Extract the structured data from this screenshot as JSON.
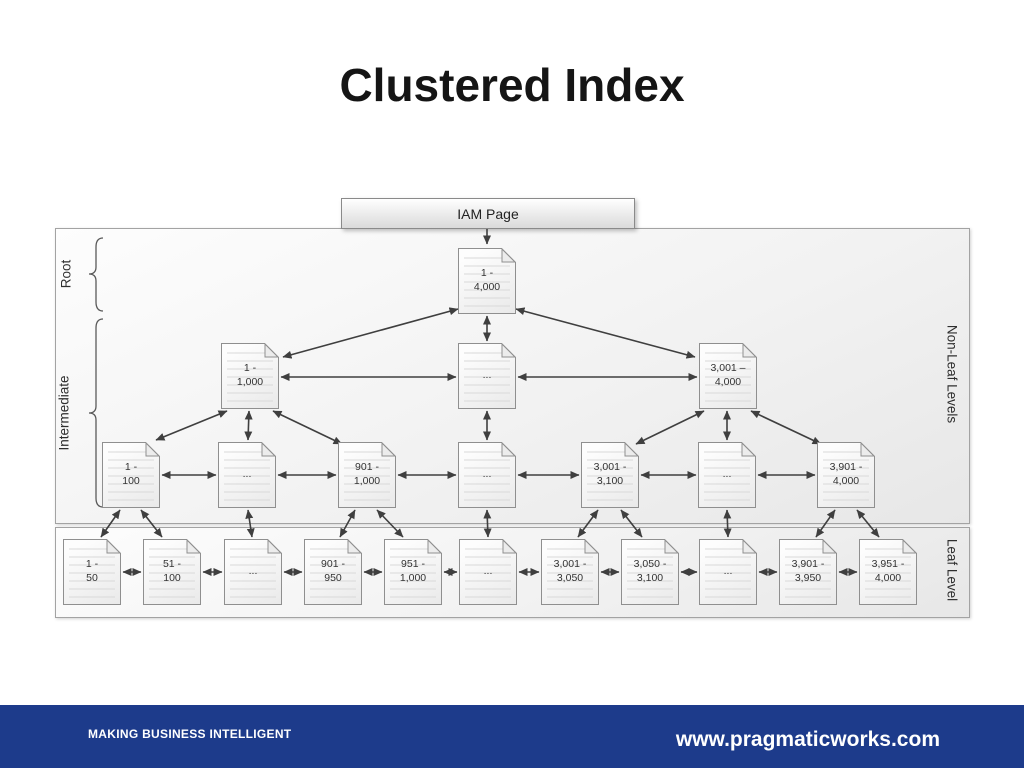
{
  "title": "Clustered Index",
  "iam": {
    "label": "IAM Page"
  },
  "tree": {
    "root": [
      "1 -\n4,000"
    ],
    "intermediate": [
      "1 -\n1,000",
      "...",
      "3,001 –\n4,000"
    ],
    "level3": [
      "1 -\n100",
      "...",
      "901 -\n1,000",
      "...",
      "3,001 -\n3,100",
      "...",
      "3,901 -\n4,000"
    ],
    "leaf": [
      "1 -\n50",
      "51 -\n100",
      "...",
      "901 -\n950",
      "951 -\n1,000",
      "...",
      "3,001 -\n3,050",
      "3,050 -\n3,100",
      "...",
      "3,901 -\n3,950",
      "3,951 -\n4,000"
    ]
  },
  "labels": {
    "root_bracket": "Root",
    "intermediate_bracket": "Intermediate",
    "non_leaf": "Non-Leaf Levels",
    "leaf": "Leaf Level"
  },
  "footer": {
    "tagline": "MAKING BUSINESS INTELLIGENT",
    "website": "www.pragmaticworks.com"
  },
  "colors": {
    "footer_bg": "#1d3b8b",
    "arrow": "#3f3f3f",
    "page_border": "#8f8f8f",
    "brace": "#5a5a5a"
  }
}
